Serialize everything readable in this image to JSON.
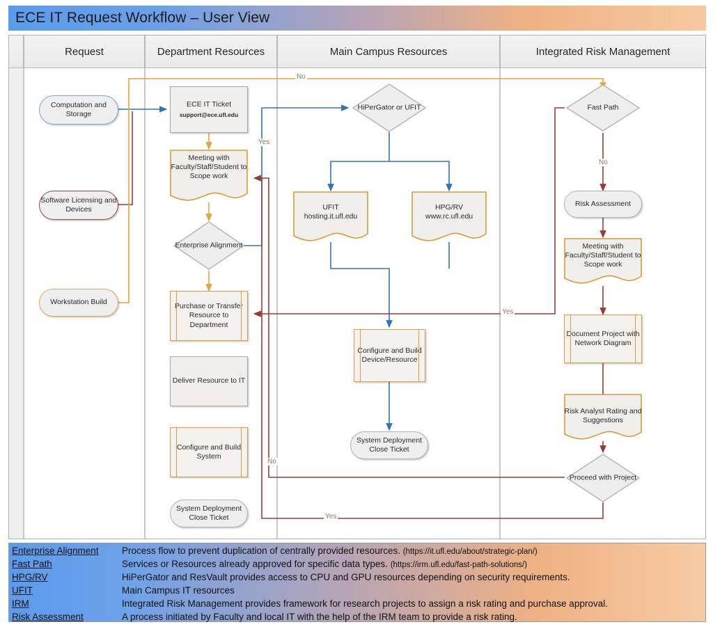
{
  "title": "ECE IT Request Workflow – User View",
  "lanes": [
    {
      "label": "Request"
    },
    {
      "label": "Department Resources"
    },
    {
      "label": "Main Campus Resources"
    },
    {
      "label": "Integrated Risk Management"
    }
  ],
  "nodes": {
    "computation_storage": "Computation and Storage",
    "software_licensing": "Software Licensing and Devices",
    "workstation_build": "Workstation Build",
    "ece_it_ticket": "ECE IT Ticket",
    "ece_it_ticket_email": "support@ece.ufl.edu",
    "meeting_dept": "Meeting with Faculty/Staff/Student to Scope work",
    "enterprise_alignment": "Enterprise Alignment",
    "purchase_transfer": "Purchase or Transfer Resource to Department",
    "deliver_resource": "Deliver Resource to IT",
    "configure_build_system": "Configure and Build System",
    "system_deploy_dept": "System Deployment Close Ticket",
    "hipergator_or_ufit": "HiPerGator or UFIT",
    "ufit_host": "UFIT",
    "ufit_host_url": "hosting.it.ufl.edu",
    "hpg_rv": "HPG/RV",
    "hpg_rv_url": "www.rc.ufl.edu",
    "configure_build_device": "Configure and Build Device/Resource",
    "system_deploy_main": "System Deployment Close Ticket",
    "fast_path": "Fast Path",
    "risk_assessment": "Risk Assessment",
    "meeting_irm": "Meeting with Faculty/Staff/Student to Scope work",
    "document_project": "Document Project with Network Diagram",
    "risk_analyst": "Risk Analyst Rating and Suggestions",
    "proceed_with_project": "Proceed with Project"
  },
  "edge_labels": {
    "no_top": "No",
    "yes_ea": "Yes",
    "no_fastpath": "No",
    "yes_irm_purchase": "Yes",
    "no_proceed": "No",
    "yes_proceed": "Yes"
  },
  "legend": [
    {
      "term": "Enterprise Alignment",
      "desc": "Process flow to prevent duplication of centrally provided resources.",
      "url": "(https://it.ufl.edu/about/strategic-plan/)"
    },
    {
      "term": "Fast Path",
      "desc": "Services or Resources already approved for specific data types.",
      "url": "(https://irm.ufl.edu/fast-path-solutions/)"
    },
    {
      "term": "HPG/RV",
      "desc": "HiPerGator and ResVault provides access to CPU and GPU resources depending on security requirements.",
      "url": ""
    },
    {
      "term": "UFIT",
      "desc": "Main Campus IT resources",
      "url": ""
    },
    {
      "term": "IRM",
      "desc": "Integrated Risk Management provides framework for research projects to assign a risk rating and purchase approval.",
      "url": ""
    },
    {
      "term": "Risk Assessment ",
      "desc": "A process initiated by Faculty and local IT with the help of the IRM team to provide a risk rating.",
      "url": ""
    }
  ],
  "colors": {
    "orange": "#e8a33d",
    "blue": "#2e75b6",
    "dark_red": "#9c3b34",
    "banner_blue": "#5b9bed",
    "banner_orange": "#efb183"
  }
}
